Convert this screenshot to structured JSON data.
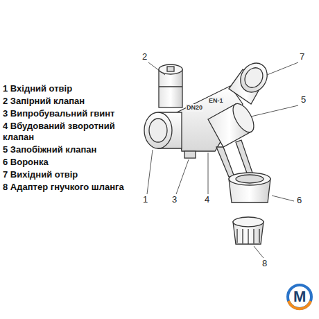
{
  "diagram": {
    "labels": [
      "1 Вхідний отвір",
      "2 Запірний клапан",
      "3 Випробувальний гвинт",
      "4 Вбудований зворотний клапан",
      "5 Запобіжний клапан",
      "6 Воронка",
      "7 Вихідний отвір",
      "8 Адаптер гнучкого шланга",
      "2",
      "7",
      "5",
      "1",
      "3",
      "4",
      "6",
      "8",
      "DN20",
      "EN-1",
      "M"
    ]
  }
}
